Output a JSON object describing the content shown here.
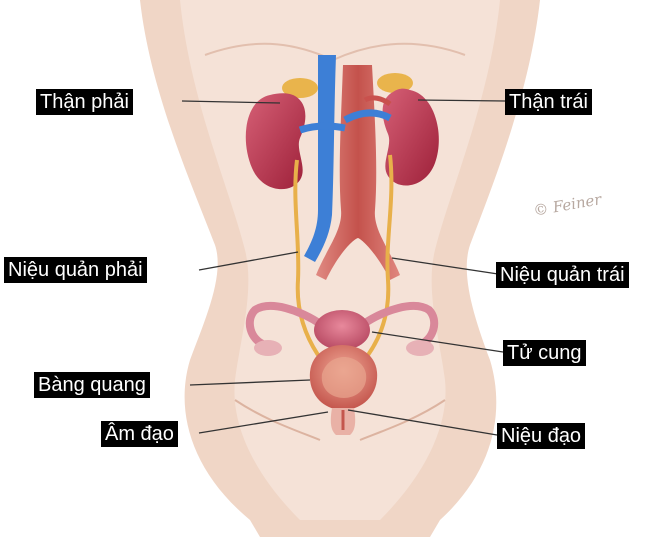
{
  "diagram": {
    "labels": {
      "right_kidney": "Thận phải",
      "left_kidney": "Thận trái",
      "right_ureter": "Niệu quản phải",
      "left_ureter": "Niệu quản trái",
      "uterus": "Tử cung",
      "bladder": "Bàng quang",
      "vagina": "Âm đạo",
      "urethra": "Niệu đạo"
    },
    "signature": "© Feiner"
  },
  "colors": {
    "skin": "#f1d7c7",
    "kidney": "#b8324a",
    "vein": "#3d7fd6",
    "artery": "#c9514d",
    "ureter": "#e8b04a",
    "label_bg": "#000000",
    "label_text": "#ffffff"
  }
}
